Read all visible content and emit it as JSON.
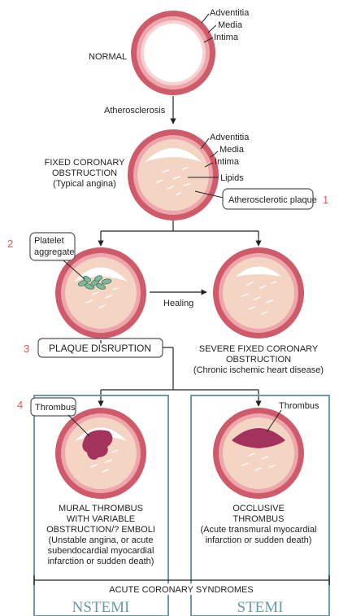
{
  "colors": {
    "wall_outer": "#cf5b6a",
    "wall_mid": "#eea6ad",
    "intima": "#f6d2d2",
    "plaque": "#f4d5c4",
    "thrombus": "#a3325d",
    "platelet": "#7fb79a",
    "box_border": "#555555",
    "panel_border": "#6a9ca6",
    "number": "#e0565b"
  },
  "normal": {
    "title": "NORMAL",
    "labels": [
      "Adventitia",
      "Media",
      "Intima"
    ]
  },
  "step_label": "Atherosclerosis",
  "fixed": {
    "title_lines": [
      "FIXED CORONARY",
      "OBSTRUCTION",
      "(Typical angina)"
    ],
    "labels": [
      "Adventitia",
      "Media",
      "Intima",
      "Lipids"
    ],
    "plaque_label": "Atherosclerotic plaque",
    "number": "1"
  },
  "platelet": {
    "label_lines": [
      "Platelet",
      "aggregate"
    ],
    "number": "2"
  },
  "healing_label": "Healing",
  "severe": {
    "lines": [
      "SEVERE FIXED CORONARY",
      "OBSTRUCTION",
      "(Chronic ischemic heart disease)"
    ]
  },
  "disruption": {
    "label": "PLAQUE DISRUPTION",
    "number": "3"
  },
  "mural": {
    "thrombus_label": "Thrombus",
    "number": "4",
    "lines": [
      "MURAL THROMBUS",
      "WITH VARIABLE",
      "OBSTRUCTION/? EMBOLI",
      "(Unstable angina, or acute",
      "subendocardial myocardial",
      "infarction or sudden death)"
    ]
  },
  "occlusive": {
    "thrombus_label": "Thrombus",
    "lines": [
      "OCCLUSIVE",
      "THROMBUS",
      "(Acute transmural myocardial",
      "infarction or sudden death)"
    ]
  },
  "acs_label": "ACUTE CORONARY SYNDROMES",
  "nstemi_label": "NSTEMI",
  "stemi_label": "STEMI"
}
